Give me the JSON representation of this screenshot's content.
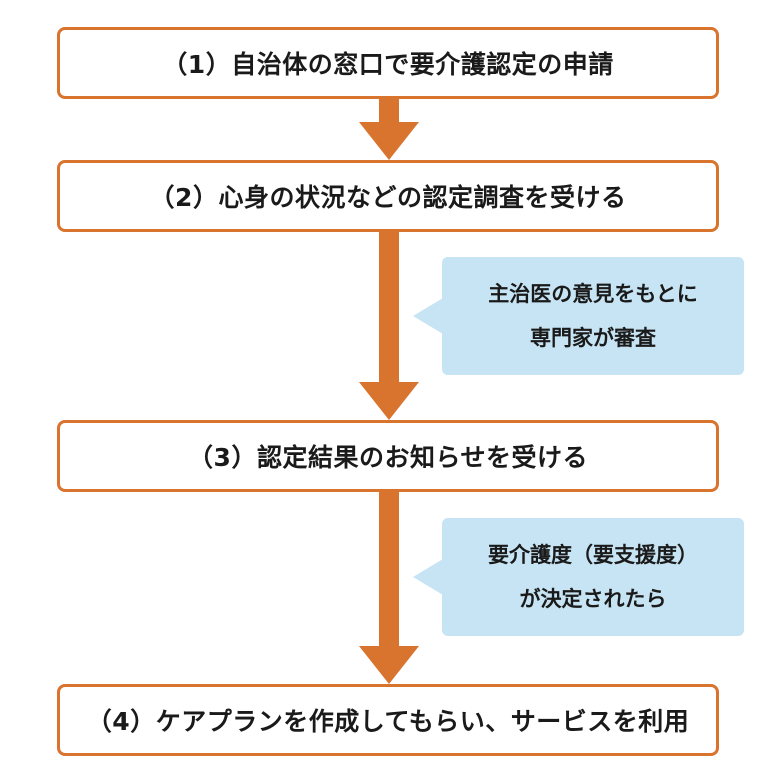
{
  "steps": [
    {
      "label": "（1）自治体の窓口で要介護認定の申請"
    },
    {
      "label": "（2）心身の状況などの認定調査を受ける"
    },
    {
      "label": "（3）認定結果のお知らせを受ける"
    },
    {
      "label": "（4）ケアプランを作成してもらい、サービスを利用"
    }
  ],
  "notes": [
    {
      "lines": [
        "主治医の意見をもとに",
        "専門家が審査"
      ]
    },
    {
      "lines": [
        "要介護度（要支援度）",
        "が決定されたら"
      ]
    }
  ],
  "colors": {
    "accent": "#d9742f",
    "note_bg": "#c6e4f3",
    "text": "#1a1a1a"
  }
}
